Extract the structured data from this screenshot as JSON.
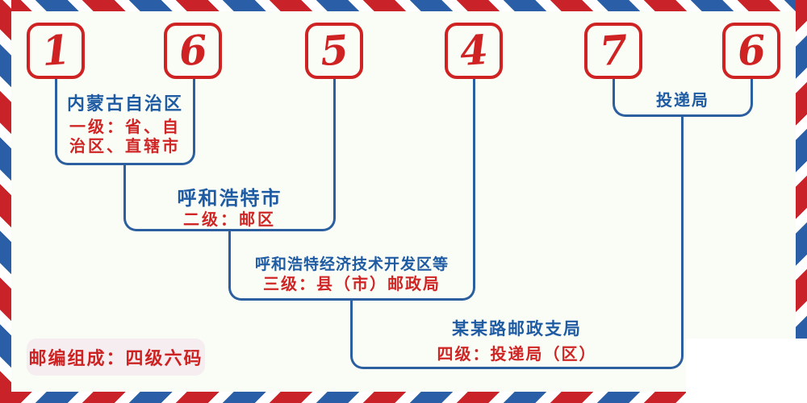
{
  "postal_code_digits": [
    "1",
    "6",
    "5",
    "4",
    "7",
    "6"
  ],
  "labels": {
    "level1": {
      "title": "内蒙古自治区",
      "desc_line1": "一级：省、自",
      "desc_line2": "治区、直辖市"
    },
    "level2": {
      "title": "呼和浩特市",
      "desc": "二级：邮区"
    },
    "level3": {
      "title": "呼和浩特经济技术开发区等",
      "desc": "三级：县（市）邮政局"
    },
    "level4": {
      "title": "某某路邮政支局",
      "desc": "四级：投递局（区）"
    },
    "delivery": {
      "title": "投递局"
    }
  },
  "badge": {
    "text": "邮编组成：四级六码"
  },
  "colors": {
    "stripe_red": "#c92329",
    "stripe_blue": "#2a5fa8",
    "digit_red": "#cf2222",
    "line_blue": "#2b5f9f",
    "text_blue": "#1f5ba3",
    "text_red": "#d02525",
    "background": "#fafdf6",
    "badge_background": "#f6edf1"
  }
}
